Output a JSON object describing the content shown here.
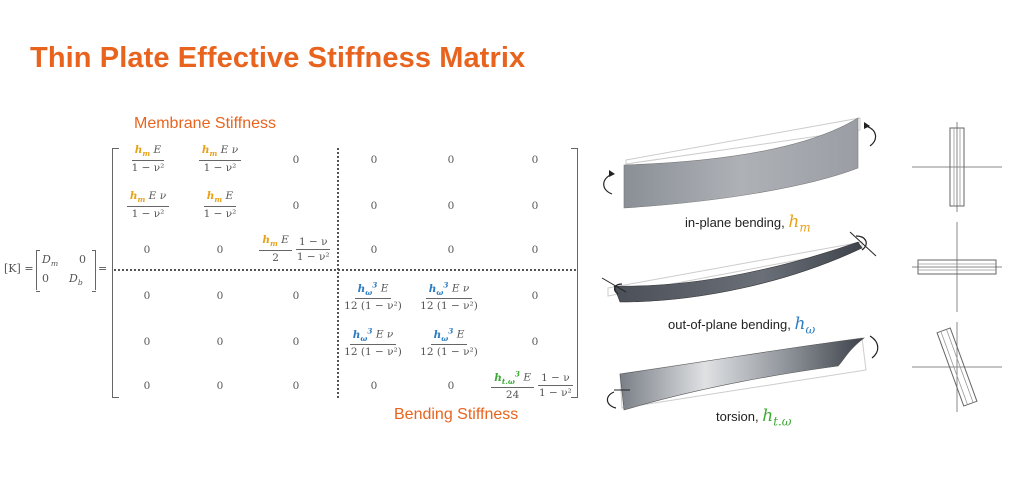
{
  "title": "Thin Plate Effective Stiffness Matrix",
  "labels": {
    "membrane": "Membrane  Stiffness",
    "bending": "Bending  Stiffness"
  },
  "matrix_lhs": {
    "k": "[K]",
    "eq": "=",
    "dm": "D",
    "dm_sub": "m",
    "db": "D",
    "db_sub": "b",
    "zero1": "0",
    "zero2": "0",
    "eq2": "="
  },
  "zero": "0",
  "symbols": {
    "hm": "h",
    "hm_sub": "m",
    "hw": "h",
    "hw_sub": "ω",
    "hw_sup": "3",
    "ht": "h",
    "ht_sub": "t.ω",
    "ht_sup": "3",
    "E": "E",
    "nu": "ν",
    "den_nu": "1 − ν",
    "den_nu2": "1 − ν²",
    "two": "2",
    "den12": "12 (1 − ν²)",
    "den24": "24"
  },
  "captions": {
    "inplane": "in-plane bending, ",
    "outplane": "out-of-plane bending, ",
    "torsion": "torsion, ",
    "inplane_sym": "h",
    "inplane_sub": "m",
    "outplane_sym": "h",
    "outplane_sub": "ω",
    "torsion_sym": "h",
    "torsion_sub": "t.ω"
  },
  "colors": {
    "title": "#e8641e",
    "hm": "#e8a218",
    "hw": "#2d7cc1",
    "ht": "#3aaa35"
  }
}
